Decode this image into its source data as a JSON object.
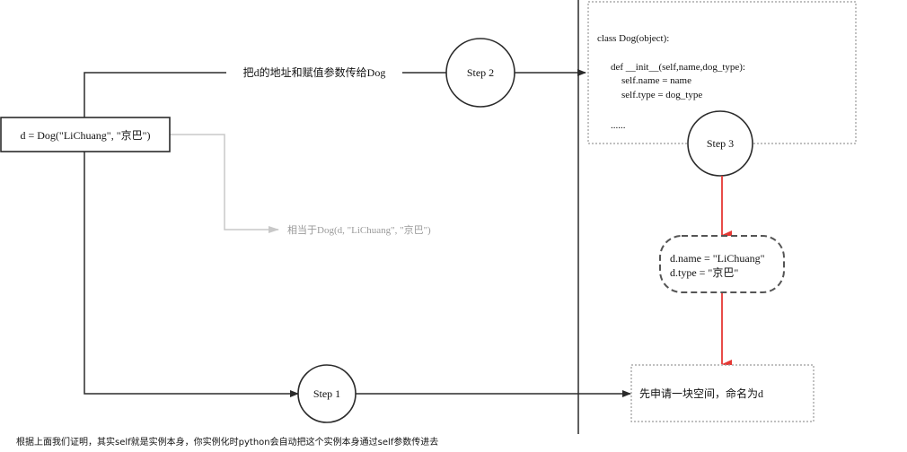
{
  "diagram": {
    "instance_box": {
      "label": "d = Dog(\"LiChuang\", \"京巴\")"
    },
    "step1": {
      "label": "Step 1"
    },
    "step2": {
      "label": "Step 2"
    },
    "step3": {
      "label": "Step 3"
    },
    "edge_to_step2_label": "把d的地址和赋值参数传给Dog",
    "equivalent_label": "相当于Dog(d, \"LiChuang\", \"京巴\")",
    "class_box": {
      "lines": [
        "class Dog(object):",
        "def __init__(self,name,dog_type):",
        "self.name = name",
        "self.type = dog_type",
        "......"
      ]
    },
    "assign_box": {
      "lines": [
        "d.name = \"LiChuang\"",
        "d.type = \"京巴\""
      ]
    },
    "alloc_box": {
      "label": "先申请一块空间，命名为d"
    },
    "footer_note": "根据上面我们证明，其实self就是实例本身，你实例化时python会自动把这个实例本身通过self参数传进去",
    "colors": {
      "line": "#2b2b2b",
      "gray_line": "#c8c8c8",
      "red": "#e53935",
      "dotted_border": "#9a9a9a",
      "dashed_border": "#555555"
    }
  }
}
